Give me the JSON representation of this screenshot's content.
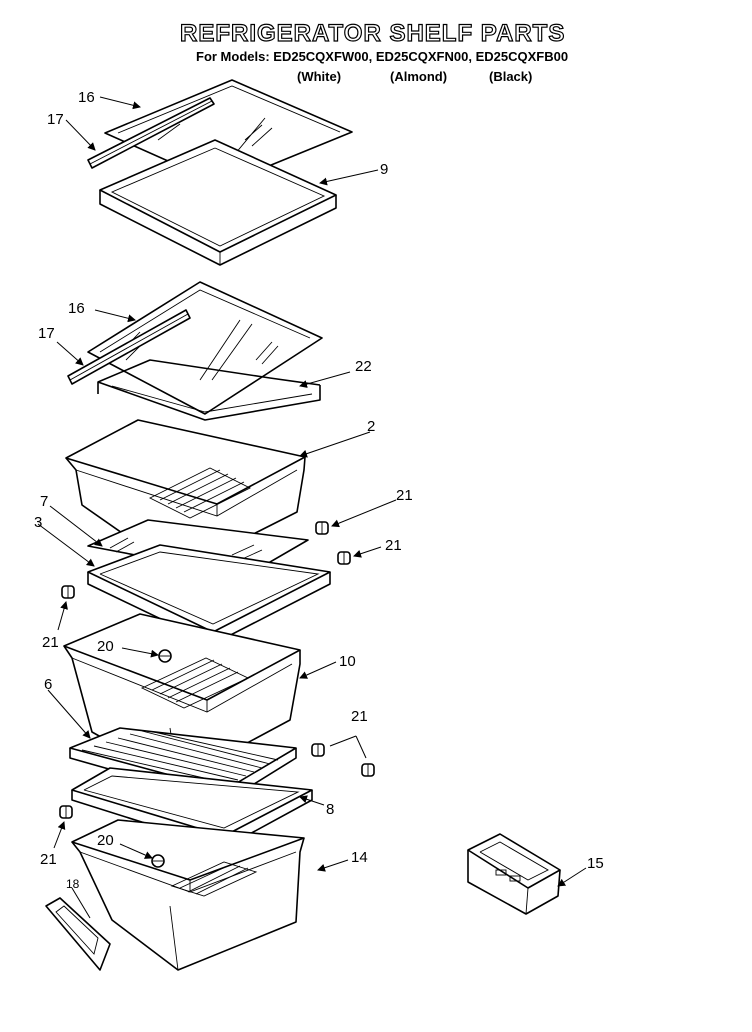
{
  "title": "REFRIGERATOR SHELF PARTS",
  "models_line": "For Models: ED25CQXFW00, ED25CQXFN00, ED25CQXFB00",
  "variants": [
    "(White)",
    "(Almond)",
    "(Black)"
  ],
  "callouts": {
    "c16a": "16",
    "c17a": "17",
    "c9": "9",
    "c16b": "16",
    "c17b": "17",
    "c22": "22",
    "c2": "2",
    "c21a": "21",
    "c21b": "21",
    "c7": "7",
    "c3": "3",
    "c21c": "21",
    "c20a": "20",
    "c10": "10",
    "c6": "6",
    "c21d": "21",
    "c8": "8",
    "c21e": "21",
    "c20b": "20",
    "c14": "14",
    "c18": "18",
    "c15": "15"
  }
}
